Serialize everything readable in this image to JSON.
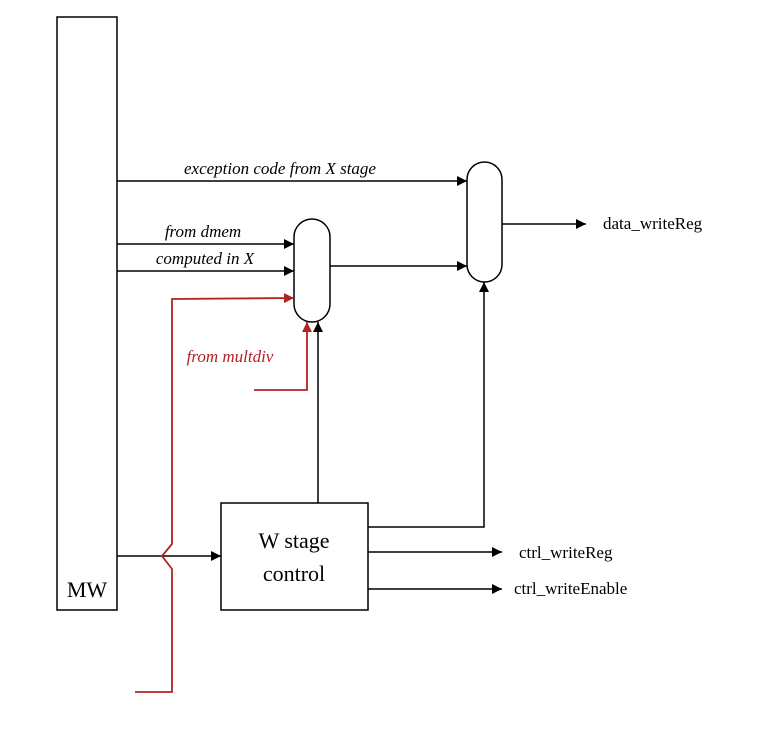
{
  "labels": {
    "mw": "MW",
    "control_line1": "W stage",
    "control_line2": "control",
    "exception": "exception code from X stage",
    "dmem": "from dmem",
    "computed": "computed in X",
    "multdiv": "from multdiv",
    "data_writeReg": "data_writeReg",
    "ctrl_writeReg": "ctrl_writeReg",
    "ctrl_writeEnable": "ctrl_writeEnable"
  },
  "colors": {
    "line": "#000000",
    "highlight": "#b22222"
  }
}
